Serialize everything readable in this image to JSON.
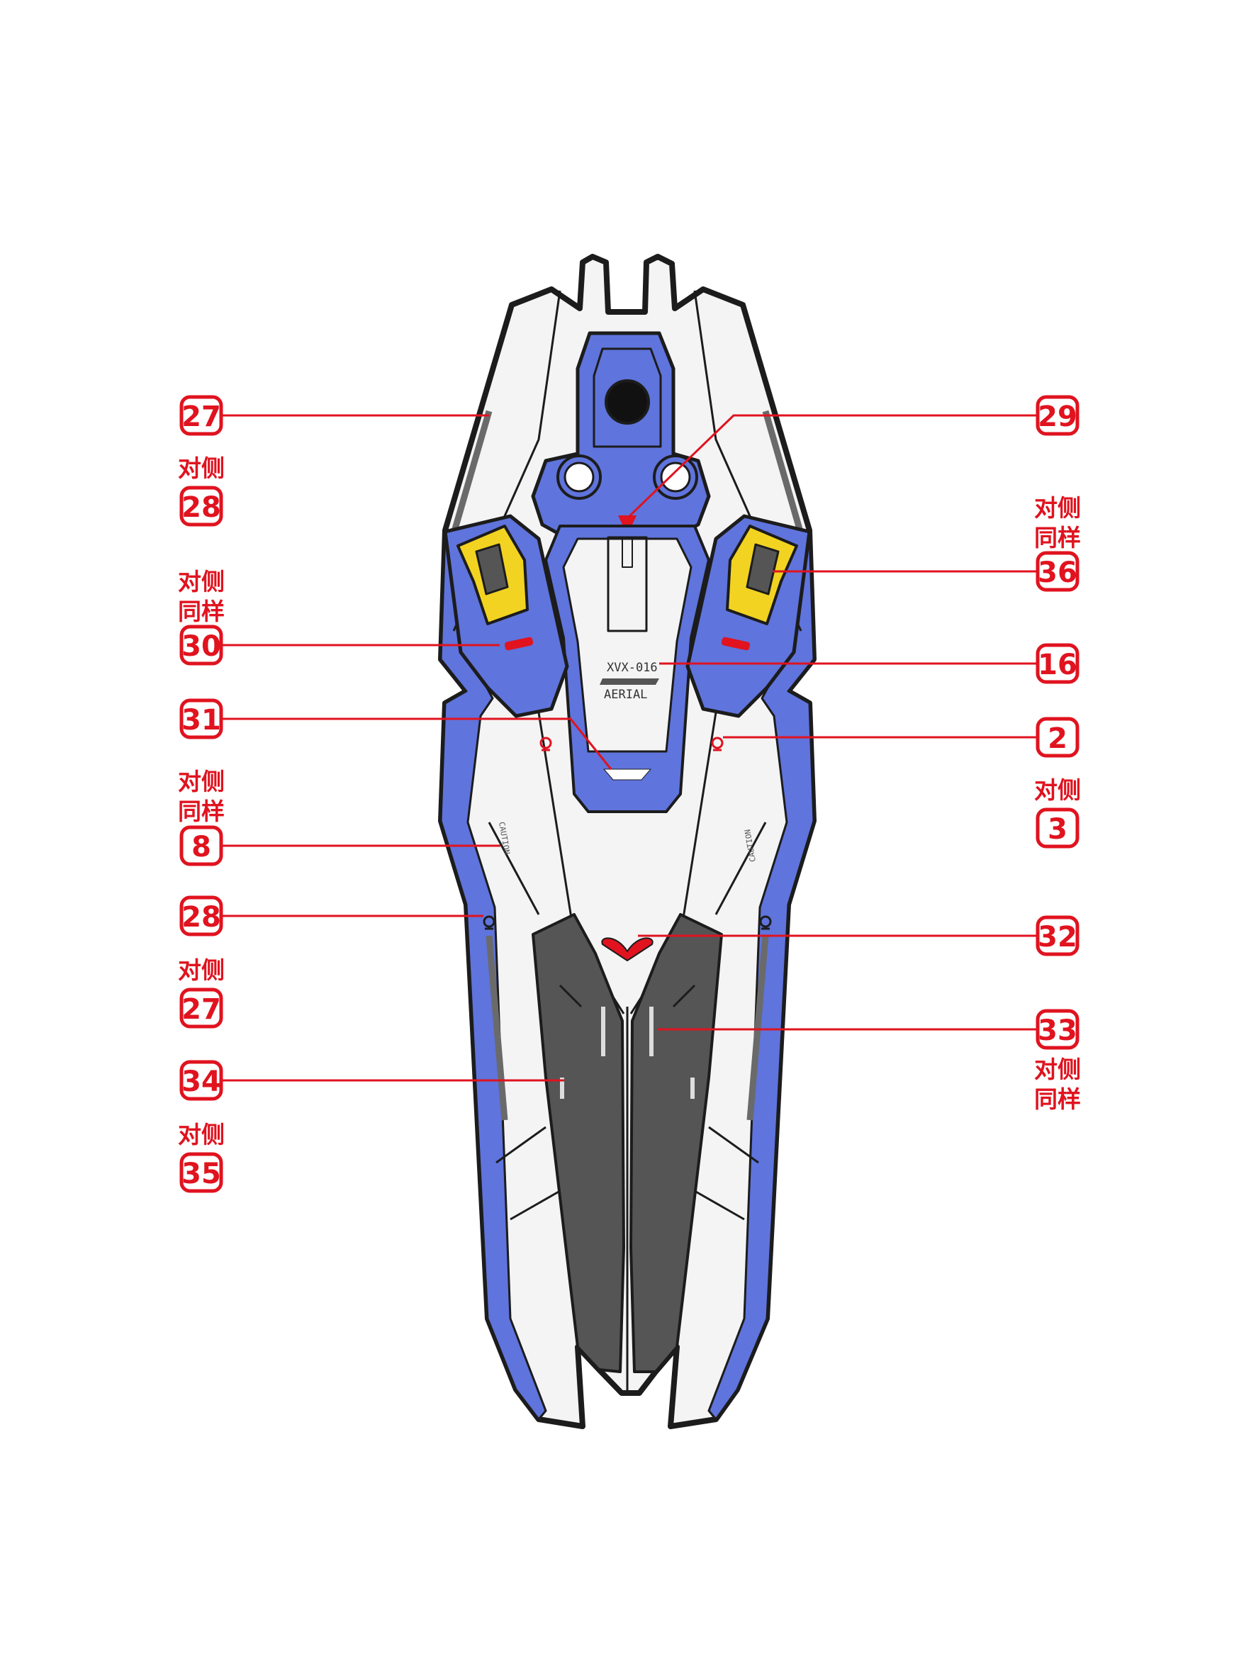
{
  "colors": {
    "callout": "#e0131f",
    "blue": "#5f74dc",
    "white_panel": "#f4f4f4",
    "grey_panel": "#555555",
    "yellow": "#f2d321",
    "outline": "#1c1c1c"
  },
  "decal_text": {
    "model": "XVX-016",
    "name": "AERIAL",
    "caution": "CAUTION"
  },
  "callouts": [
    {
      "id": "c27",
      "label": "27",
      "side": "left"
    },
    {
      "id": "c28",
      "label": "28",
      "note": "对侧",
      "side": "left"
    },
    {
      "id": "c30",
      "label": "30",
      "note": [
        "对侧",
        "同样"
      ],
      "side": "left"
    },
    {
      "id": "c31",
      "label": "31",
      "side": "left"
    },
    {
      "id": "c8",
      "label": "8",
      "note": [
        "对侧",
        "同样"
      ],
      "side": "left"
    },
    {
      "id": "c28b",
      "label": "28",
      "side": "left"
    },
    {
      "id": "c27b",
      "label": "27",
      "note": "对侧",
      "side": "left"
    },
    {
      "id": "c34",
      "label": "34",
      "side": "left"
    },
    {
      "id": "c35",
      "label": "35",
      "note": "对侧",
      "side": "left"
    },
    {
      "id": "c29",
      "label": "29",
      "side": "right"
    },
    {
      "id": "c36",
      "label": "36",
      "note": [
        "对侧",
        "同样"
      ],
      "side": "right"
    },
    {
      "id": "c16",
      "label": "16",
      "side": "right"
    },
    {
      "id": "c2",
      "label": "2",
      "side": "right"
    },
    {
      "id": "c3",
      "label": "3",
      "note": "对侧",
      "side": "right"
    },
    {
      "id": "c32",
      "label": "32",
      "side": "right"
    },
    {
      "id": "c33",
      "label": "33",
      "note": [
        "对侧",
        "同样"
      ],
      "side": "right"
    }
  ]
}
